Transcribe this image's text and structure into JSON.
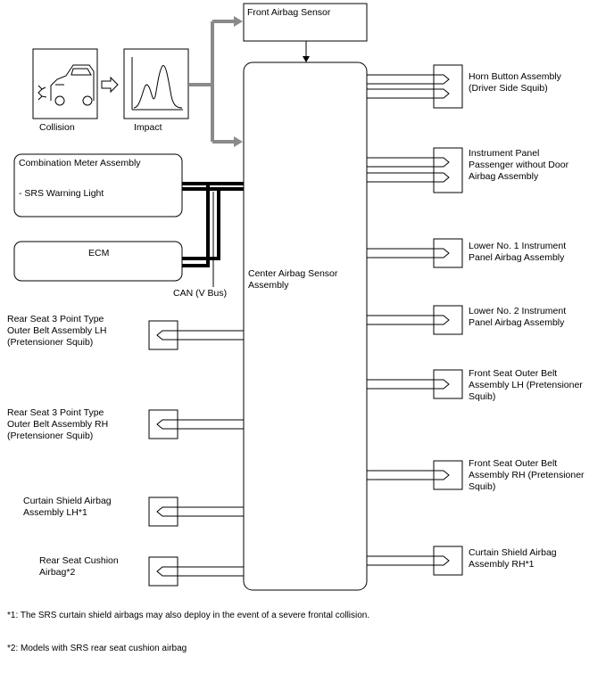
{
  "diagram": {
    "front_airbag_sensor": "Front Airbag Sensor",
    "collision_label": "Collision",
    "impact_label": "Impact",
    "combination_meter": {
      "title": "Combination Meter Assembly",
      "item": "- SRS Warning Light"
    },
    "ecm": "ECM",
    "can_label": "CAN (V Bus)",
    "center_sensor": "Center Airbag Sensor\nAssembly",
    "right_components": [
      "Horn Button Assembly\n(Driver Side Squib)",
      "Instrument Panel\nPassenger without Door\nAirbag Assembly",
      "Lower No. 1 Instrument\nPanel Airbag Assembly",
      "Lower No. 2 Instrument\nPanel Airbag Assembly",
      "Front Seat Outer Belt\nAssembly LH (Pretensioner\nSquib)",
      "Front Seat Outer Belt\nAssembly RH (Pretensioner\nSquib)",
      "Curtain Shield Airbag\nAssembly RH*1"
    ],
    "left_components": [
      "Rear Seat 3 Point Type\nOuter Belt Assembly LH\n(Pretensioner Squib)",
      "Rear Seat 3 Point Type\nOuter Belt Assembly RH\n(Pretensioner Squib)",
      "Curtain Shield Airbag\nAssembly LH*1",
      "Rear Seat Cushion\nAirbag*2"
    ]
  },
  "notes": {
    "note1": "*1: The SRS curtain shield airbags may also deploy in the event of a severe frontal collision.",
    "note2": "*2: Models with SRS rear seat cushion airbag"
  }
}
